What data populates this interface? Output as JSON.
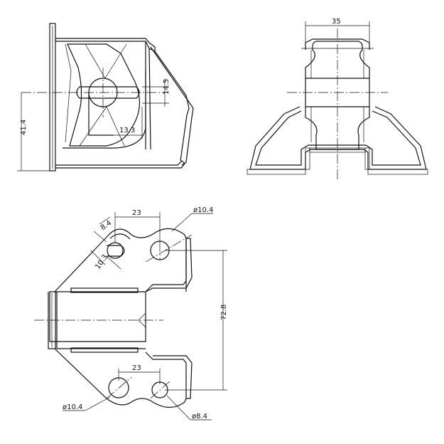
{
  "views": {
    "side": {
      "labels": {
        "height": "41.4",
        "slot_height": "14.5",
        "slot_width": "13.3"
      }
    },
    "front": {
      "labels": {
        "width": "35"
      }
    },
    "top": {
      "labels": {
        "upper_spacing": "23",
        "upper_hole_dia": "ø10.4",
        "slot_width": "8.4",
        "slot_length": "10.3",
        "vertical_spacing": "72.8",
        "lower_spacing": "23",
        "lower_left_hole_dia": "ø10.4",
        "lower_right_hole_dia": "ø8.4"
      }
    }
  }
}
